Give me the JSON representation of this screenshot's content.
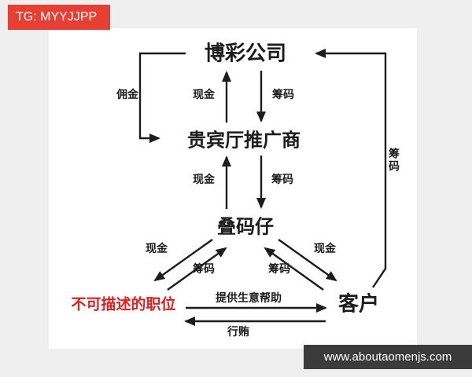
{
  "overlays": {
    "tg_badge": {
      "text": "TG: MYYJJPP",
      "bg": "#e64035",
      "fg": "#ffffff"
    },
    "site_badge": {
      "text": "www.aboutaomenjs.com",
      "bg": "#3b3b3b",
      "fg": "#ffffff"
    }
  },
  "diagram": {
    "ink": "#1c1c1c",
    "nodes": {
      "company": {
        "label": "博彩公司"
      },
      "promoter": {
        "label": "贵宾厅推广商"
      },
      "junket": {
        "label": "叠码仔"
      },
      "unspeakable": {
        "label": "不可描述的职位",
        "color": "#e01f1f"
      },
      "customer": {
        "label": "客户"
      }
    },
    "edge_labels": {
      "commission": "佣金",
      "cash_promoter_company": "现金",
      "chips_company_promoter": "筹码",
      "cash_junket_promoter": "现金",
      "chips_promoter_junket": "筹码",
      "chips_customer_company": "筹码",
      "cash_junket_unspeakable": "现金",
      "chips_unspeakable_junket": "筹码",
      "chips_customer_junket": "筹码",
      "cash_junket_customer": "现金",
      "business_help": "提供生意帮助",
      "bribe": "行贿"
    }
  }
}
